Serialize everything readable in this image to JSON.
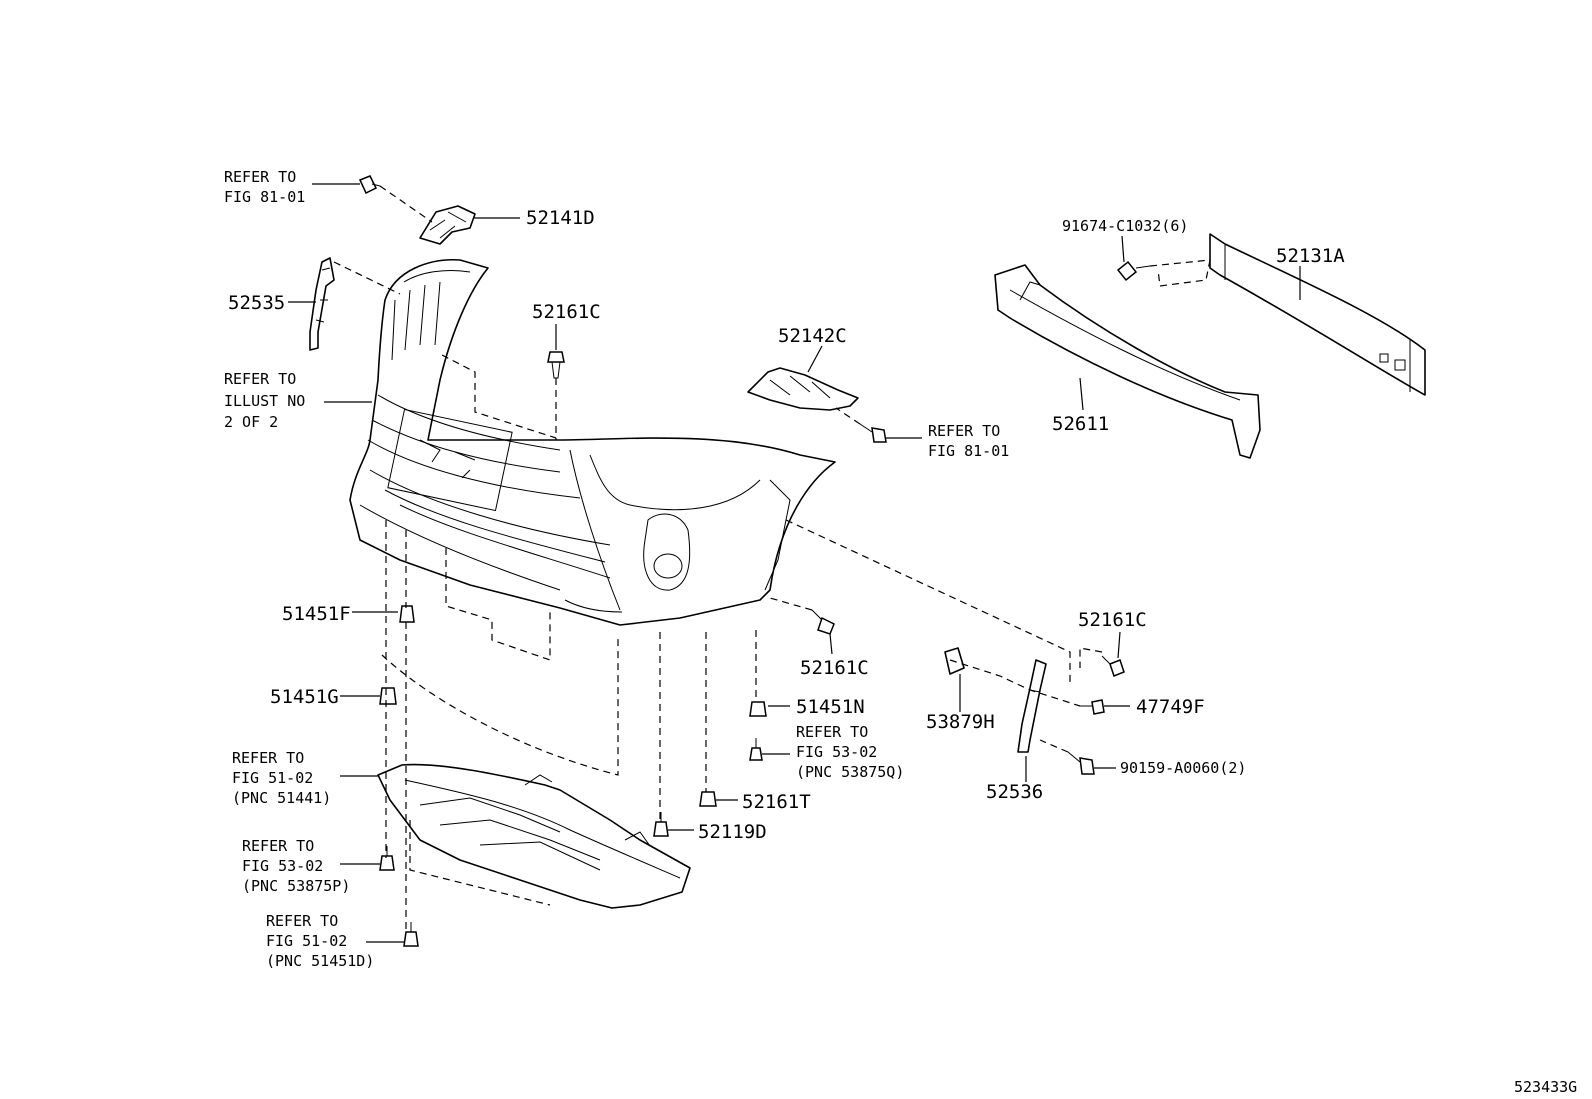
{
  "diagram_id": "523433G",
  "parts": [
    {
      "key": "p52141D",
      "number": "52141D"
    },
    {
      "key": "p52535",
      "number": "52535"
    },
    {
      "key": "p52161C_top",
      "number": "52161C"
    },
    {
      "key": "p52142C",
      "number": "52142C"
    },
    {
      "key": "p91674",
      "number": "91674-C1032(6)"
    },
    {
      "key": "p52131A",
      "number": "52131A"
    },
    {
      "key": "p52611",
      "number": "52611"
    },
    {
      "key": "p51451F",
      "number": "51451F"
    },
    {
      "key": "p51451G",
      "number": "51451G"
    },
    {
      "key": "p52161C_mid",
      "number": "52161C"
    },
    {
      "key": "p52161C_right",
      "number": "52161C"
    },
    {
      "key": "p51451N",
      "number": "51451N"
    },
    {
      "key": "p53879H",
      "number": "53879H"
    },
    {
      "key": "p47749F",
      "number": "47749F"
    },
    {
      "key": "p52536",
      "number": "52536"
    },
    {
      "key": "p90159",
      "number": "90159-A0060(2)"
    },
    {
      "key": "p52161T",
      "number": "52161T"
    },
    {
      "key": "p52119D",
      "number": "52119D"
    }
  ],
  "references": [
    {
      "key": "ref_top_left",
      "lines": [
        "REFER TO",
        "FIG 81-01"
      ]
    },
    {
      "key": "ref_illust",
      "lines": [
        "REFER TO",
        "ILLUST NO",
        "2 OF 2"
      ]
    },
    {
      "key": "ref_center_right",
      "lines": [
        "REFER TO",
        "FIG 81-01"
      ]
    },
    {
      "key": "ref_5302_q",
      "lines": [
        "REFER TO",
        "FIG 53-02",
        "(PNC 53875Q)"
      ]
    },
    {
      "key": "ref_5102_51441",
      "lines": [
        "REFER TO",
        "FIG 51-02",
        "(PNC 51441)"
      ]
    },
    {
      "key": "ref_5302_p",
      "lines": [
        "REFER TO",
        "FIG 53-02",
        "(PNC 53875P)"
      ]
    },
    {
      "key": "ref_5102_51451d",
      "lines": [
        "REFER TO",
        "FIG 51-02",
        "(PNC 51451D)"
      ]
    }
  ]
}
